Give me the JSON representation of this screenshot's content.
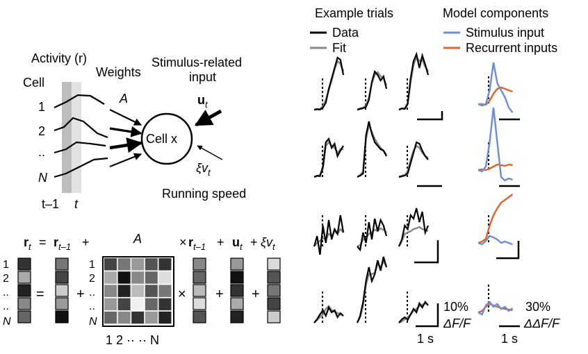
{
  "left": {
    "activity_label": "Activity (r)",
    "cell_label": "Cell",
    "cells": [
      "1",
      "2",
      "..",
      "N"
    ],
    "time_prev": "t–1",
    "time_cur": "t",
    "weights_label": "Weights",
    "weights_symbol": "A",
    "stim_label_1": "Stimulus-related",
    "stim_label_2": "input",
    "stim_symbol": "u",
    "stim_sub": "t",
    "cell_x": "Cell x",
    "speed_symbol": "ξv",
    "speed_sub": "t",
    "speed_label": "Running speed"
  },
  "equation": {
    "r": "r",
    "t": "t",
    "eq": "=",
    "rprev": "r",
    "tprev": "t–1",
    "plus": "+",
    "A": "A",
    "times": "×",
    "u": "u",
    "xi": "ξv",
    "rows": [
      "1",
      "2",
      "..",
      "..",
      "N"
    ],
    "cols": "1 2 ·· ·· N"
  },
  "right": {
    "title_trials": "Example trials",
    "title_model": "Model components",
    "legend_data": "Data",
    "legend_fit": "Fit",
    "legend_stim": "Stimulus input",
    "legend_rec": "Recurrent inputs",
    "scale_pct1": "10%",
    "scale_unit1": "ΔF/F",
    "scale_pct2": "30%",
    "scale_unit2": "ΔΔF/F",
    "scale_time1": "1 s",
    "scale_time2": "1 s"
  },
  "colors": {
    "data": "#000000",
    "fit": "#888888",
    "stim": "#6f8fd4",
    "rec": "#e0652a"
  }
}
